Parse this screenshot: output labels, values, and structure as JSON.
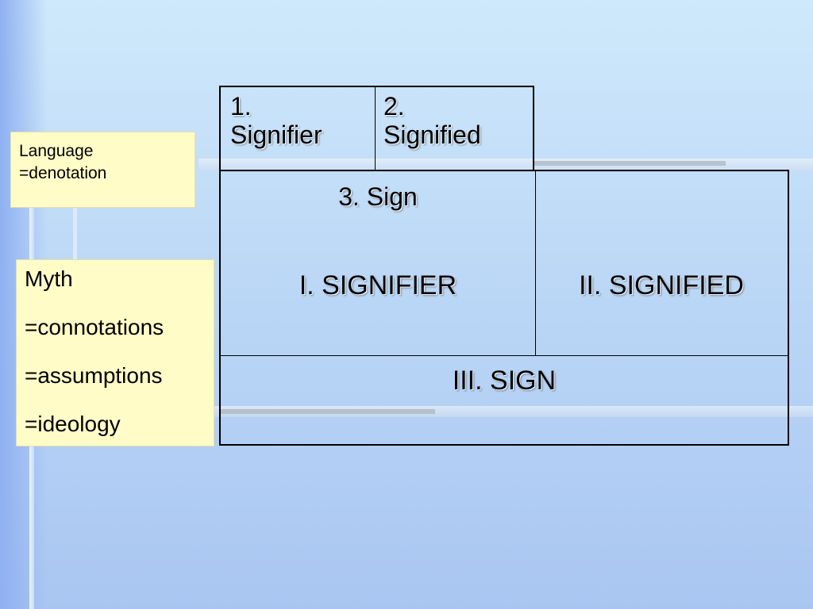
{
  "language_box": {
    "line1": "Language",
    "line2": "=denotation"
  },
  "myth_box": {
    "line1": "Myth",
    "line2": "=connotations",
    "line3": "=assumptions",
    "line4": "=ideology"
  },
  "diagram": {
    "cell1_num": "1.",
    "cell1_label": "Signifier",
    "cell2_num": "2.",
    "cell2_label": "Signified",
    "cell3": "3. Sign",
    "big_signifier": "I. SIGNIFIER",
    "big_signified": "II. SIGNIFIED",
    "big_sign": "III. SIGN"
  },
  "colors": {
    "note_background": "#fffcc8",
    "border": "#000000",
    "slide_background_top": "#cfe9fb",
    "slide_background_bottom": "#a9c6f2"
  }
}
